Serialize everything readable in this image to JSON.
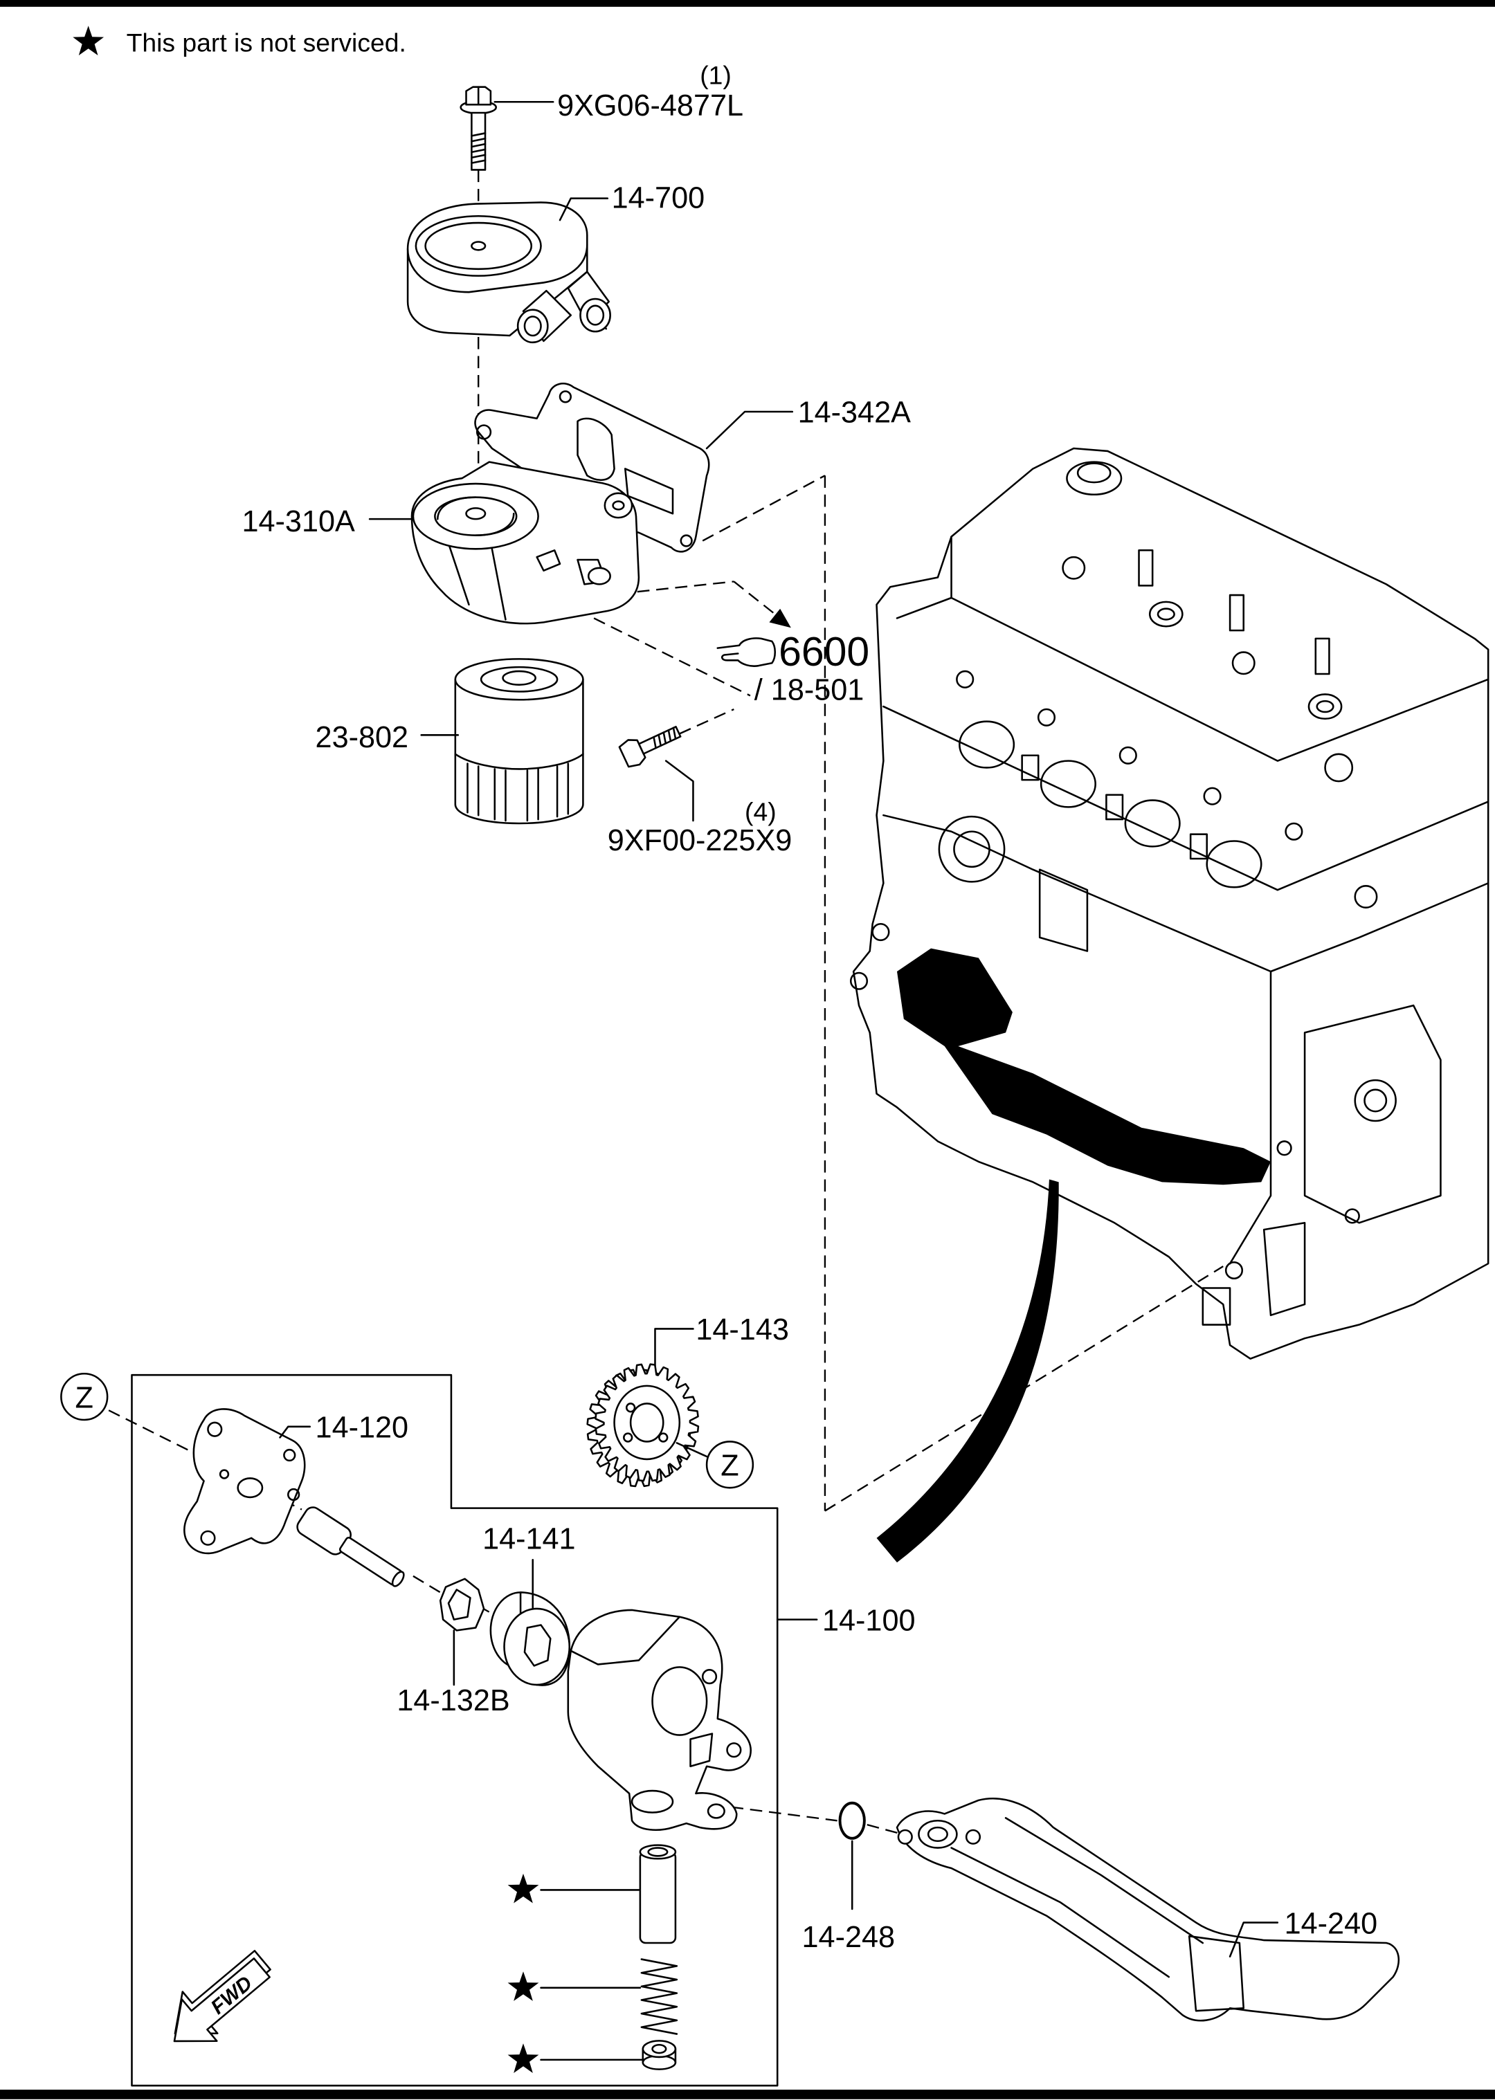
{
  "legend": {
    "icon": "star-icon",
    "text": "This part is not serviced."
  },
  "parts": {
    "bolt_top": {
      "qty": "(1)",
      "part_no": "9XG06-4877L"
    },
    "oil_cooler": "14-700",
    "gasket": "14-342A",
    "filter_adapter": "14-310A",
    "reference": {
      "icon": "pointing-hand-icon",
      "number": "6600",
      "sub": "/ 18-501"
    },
    "oil_filter": "23-802",
    "bolt_adapter": {
      "qty": "(4)",
      "part_no": "9XF00-225X9"
    },
    "drive_gear": "14-143",
    "pump_cover": "14-120",
    "outer_rotor": "14-141",
    "oil_pump": "14-100",
    "inner_rotor": "14-132B",
    "o_ring": "14-248",
    "strainer": "14-240"
  },
  "callouts": {
    "z_left": "Z",
    "z_right": "Z"
  },
  "relief_valve_marks": [
    "star-icon",
    "star-icon",
    "star-icon"
  ],
  "fwd_arrow": {
    "icon": "fwd-arrow-icon",
    "label": "FWD"
  },
  "colors": {
    "ink": "#000000",
    "paper": "#ffffff"
  }
}
